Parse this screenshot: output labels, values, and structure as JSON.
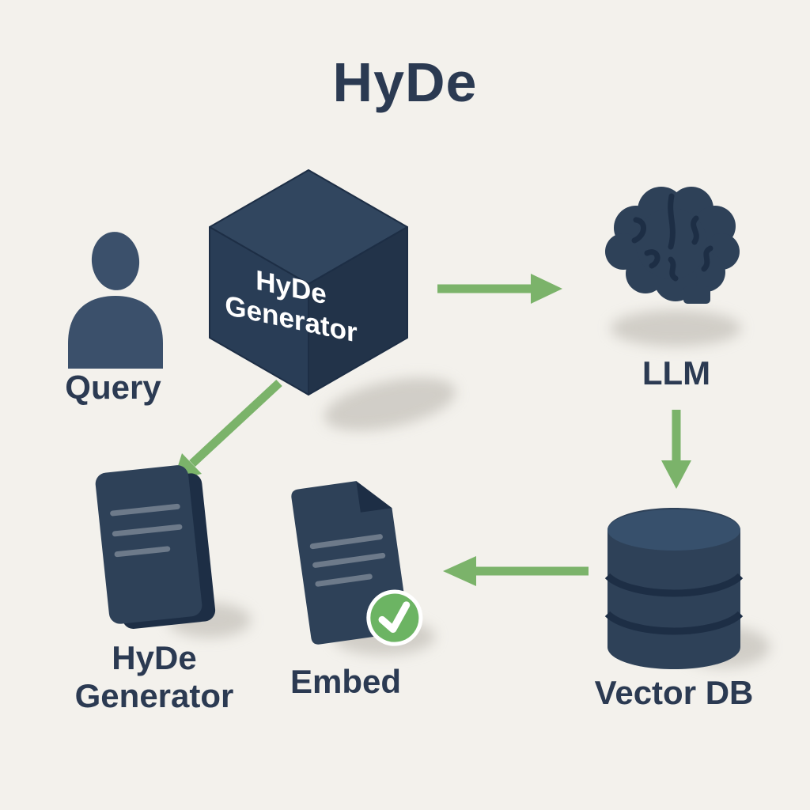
{
  "title": "HyDe",
  "colors": {
    "background": "#f3f1ec",
    "navy": "#2e4158",
    "navy-dark": "#1d2e45",
    "green": "#7bb36a",
    "label": "#2b3a52",
    "white": "#ffffff"
  },
  "nodes": {
    "query": {
      "label": "Query"
    },
    "generator_cube": {
      "line1": "HyDe",
      "line2": "Generator"
    },
    "llm": {
      "label": "LLM"
    },
    "vector_db": {
      "label": "Vector DB"
    },
    "embed": {
      "label": "Embed"
    },
    "generator_doc": {
      "line1": "HyDe",
      "line2": "Generator"
    }
  }
}
